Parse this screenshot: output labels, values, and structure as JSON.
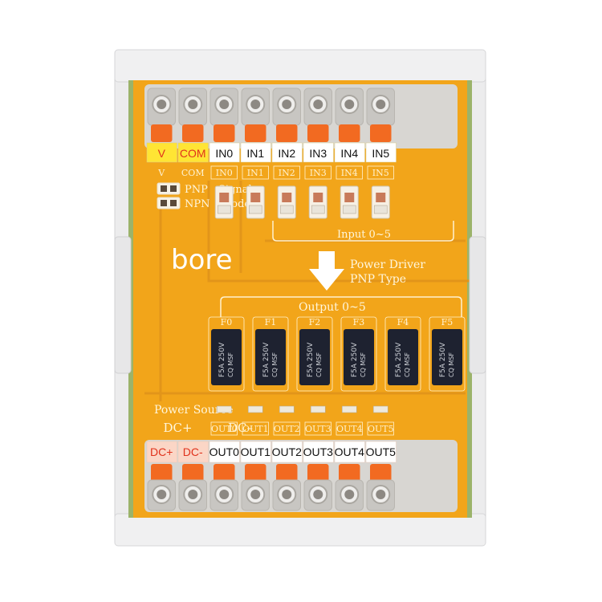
{
  "colors": {
    "pcb": "#f2a51a",
    "pcb_dark": "#e0921a",
    "housing": "#ededee",
    "terminal_gray": "#c8c6c2",
    "lever_orange": "#f26a21",
    "label_yellow": "#ffe534",
    "label_pink": "#fbd6c6",
    "label_white": "#ffffff",
    "fuse_black": "#1e2230"
  },
  "device": {
    "brand": "bore",
    "top_labels": [
      "V",
      "COM",
      "IN0",
      "IN1",
      "IN2",
      "IN3",
      "IN4",
      "IN5"
    ],
    "top_silk": [
      "V",
      "COM",
      "IN0",
      "IN1",
      "IN2",
      "IN3",
      "IN4",
      "IN5"
    ],
    "mode_lines": [
      {
        "mode": "PNP",
        "word": "Signal"
      },
      {
        "mode": "NPN",
        "word": "Mode"
      }
    ],
    "input_group": "Input 0~5",
    "driver_line1": "Power Driver",
    "driver_line2": "PNP Type",
    "output_group": "Output 0~5",
    "fuse_labels": [
      "F0",
      "F1",
      "F2",
      "F3",
      "F4",
      "F5"
    ],
    "fuse_text": [
      "F5A 250V",
      "CQ MSF"
    ],
    "power_source": "Power Source",
    "dc_silk": [
      "DC+",
      "DC–"
    ],
    "out_silk": [
      "OUT0",
      "OUT1",
      "OUT2",
      "OUT3",
      "OUT4",
      "OUT5"
    ],
    "bottom_labels": [
      "DC+",
      "DC-",
      "OUT0",
      "OUT1",
      "OUT2",
      "OUT3",
      "OUT4",
      "OUT5"
    ]
  }
}
